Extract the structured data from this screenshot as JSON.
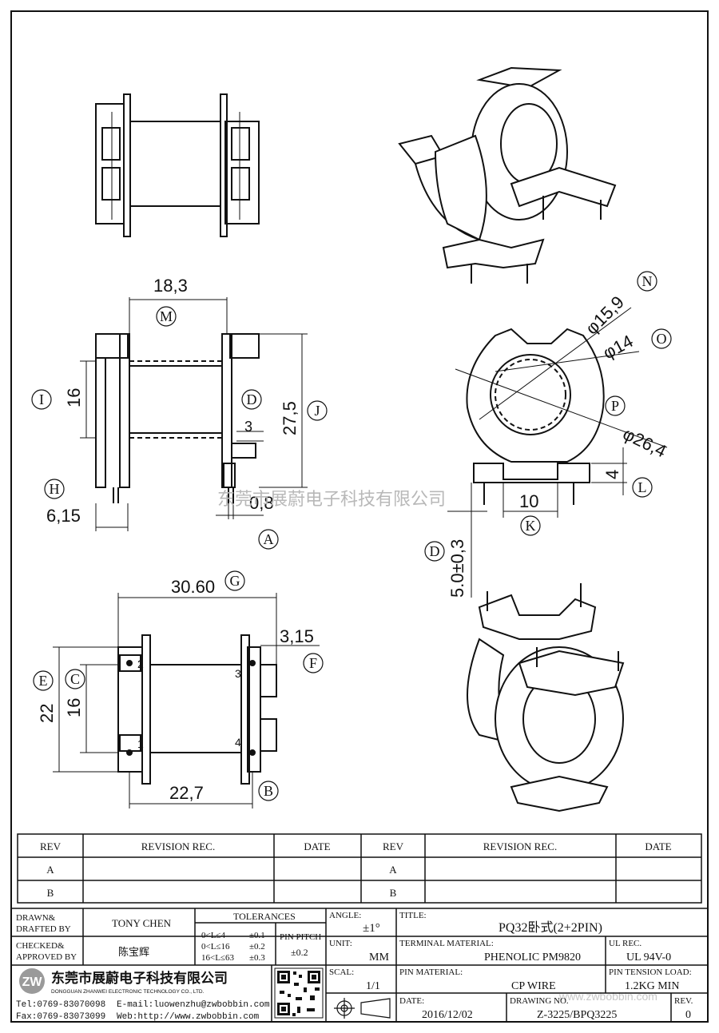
{
  "watermark": "东莞市展蔚电子科技有限公司",
  "watermark_site": "www.zwbobbin.com",
  "views": {
    "top": {},
    "front": {
      "dim_m": "18,3",
      "label_m": "M",
      "dim_i": "16",
      "label_i": "I",
      "dim_d_small": "3",
      "label_d": "D",
      "dim_j": "27,5",
      "label_j": "J",
      "dim_h": "6,15",
      "label_h": "H",
      "dim_a": "0,8",
      "label_a": "A"
    },
    "side": {
      "dim_n": "φ15,9",
      "label_n": "N",
      "dim_o": "φ14",
      "label_o": "O",
      "dim_p": "φ26,4",
      "label_p": "P",
      "dim_l": "4",
      "label_l": "L",
      "dim_k": "10",
      "label_k": "K",
      "dim_d": "5.0±0,3",
      "label_d": "D"
    },
    "bottom": {
      "dim_g": "30.60",
      "label_g": "G",
      "dim_f": "3,15",
      "label_f": "F",
      "dim_e": "22",
      "label_e": "E",
      "dim_c": "16",
      "label_c": "C",
      "dim_b": "22,7",
      "label_b": "B",
      "pins": [
        "1",
        "2",
        "3",
        "4"
      ]
    }
  },
  "revision_table": {
    "headers": [
      "REV",
      "REVISION REC.",
      "DATE",
      "REV",
      "REVISION REC.",
      "DATE"
    ],
    "rows": [
      [
        "A",
        "",
        "",
        "A",
        "",
        ""
      ],
      [
        "B",
        "",
        "",
        "B",
        "",
        ""
      ]
    ]
  },
  "title_block": {
    "drawn_label": "DRAWN& DRAFTED BY",
    "drawn_label_1": "DRAWN&",
    "drawn_label_2": "DRAFTED BY",
    "drawn_value": "TONY CHEN",
    "checked_label_1": "CHECKED&",
    "checked_label_2": "APPROVED BY",
    "checked_value": "陈宝辉",
    "tolerances_label": "TOLERANCES",
    "tol_rows": [
      {
        "range": "0<L≤4",
        "tol": "±0.1"
      },
      {
        "range": "0<L≤16",
        "tol": "±0.2"
      },
      {
        "range": "16<L≤63",
        "tol": "±0.3"
      }
    ],
    "pin_pitch_label": "PIN PITCH",
    "pin_pitch_value": "±0.2",
    "angle_label": "ANGLE:",
    "angle_value": "±1°",
    "unit_label": "UNIT:",
    "unit_value": "MM",
    "scale_label": "SCAL:",
    "scale_value": "1/1",
    "title_label": "TITLE:",
    "title_value": "PQ32卧式(2+2PIN)",
    "terminal_label": "TERMINAL MATERIAL:",
    "terminal_value": "PHENOLIC PM9820",
    "ul_label": "UL REC.",
    "ul_value": "UL 94V-0",
    "pin_material_label": "PIN MATERIAL:",
    "pin_material_value": "CP WIRE",
    "tension_label": "PIN TENSION LOAD:",
    "tension_value": "1.2KG MIN",
    "date_label": "DATE:",
    "date_value": "2016/12/02",
    "drawing_label": "DRAWING NO.",
    "drawing_value": "Z-3225/BPQ3225",
    "rev_label": "REV.",
    "rev_value": "0",
    "company_cn": "东莞市展蔚电子科技有限公司",
    "company_en": "DONGGUAN ZHANWEI ELECTRONIC TECHNOLOGY CO., LTD.",
    "tel": "Tel:0769-83070098",
    "email": "E-mail:luowenzhu@zwbobbin.com",
    "fax": "Fax:0769-83073099",
    "web": "Web:http://www.zwbobbin.com"
  }
}
